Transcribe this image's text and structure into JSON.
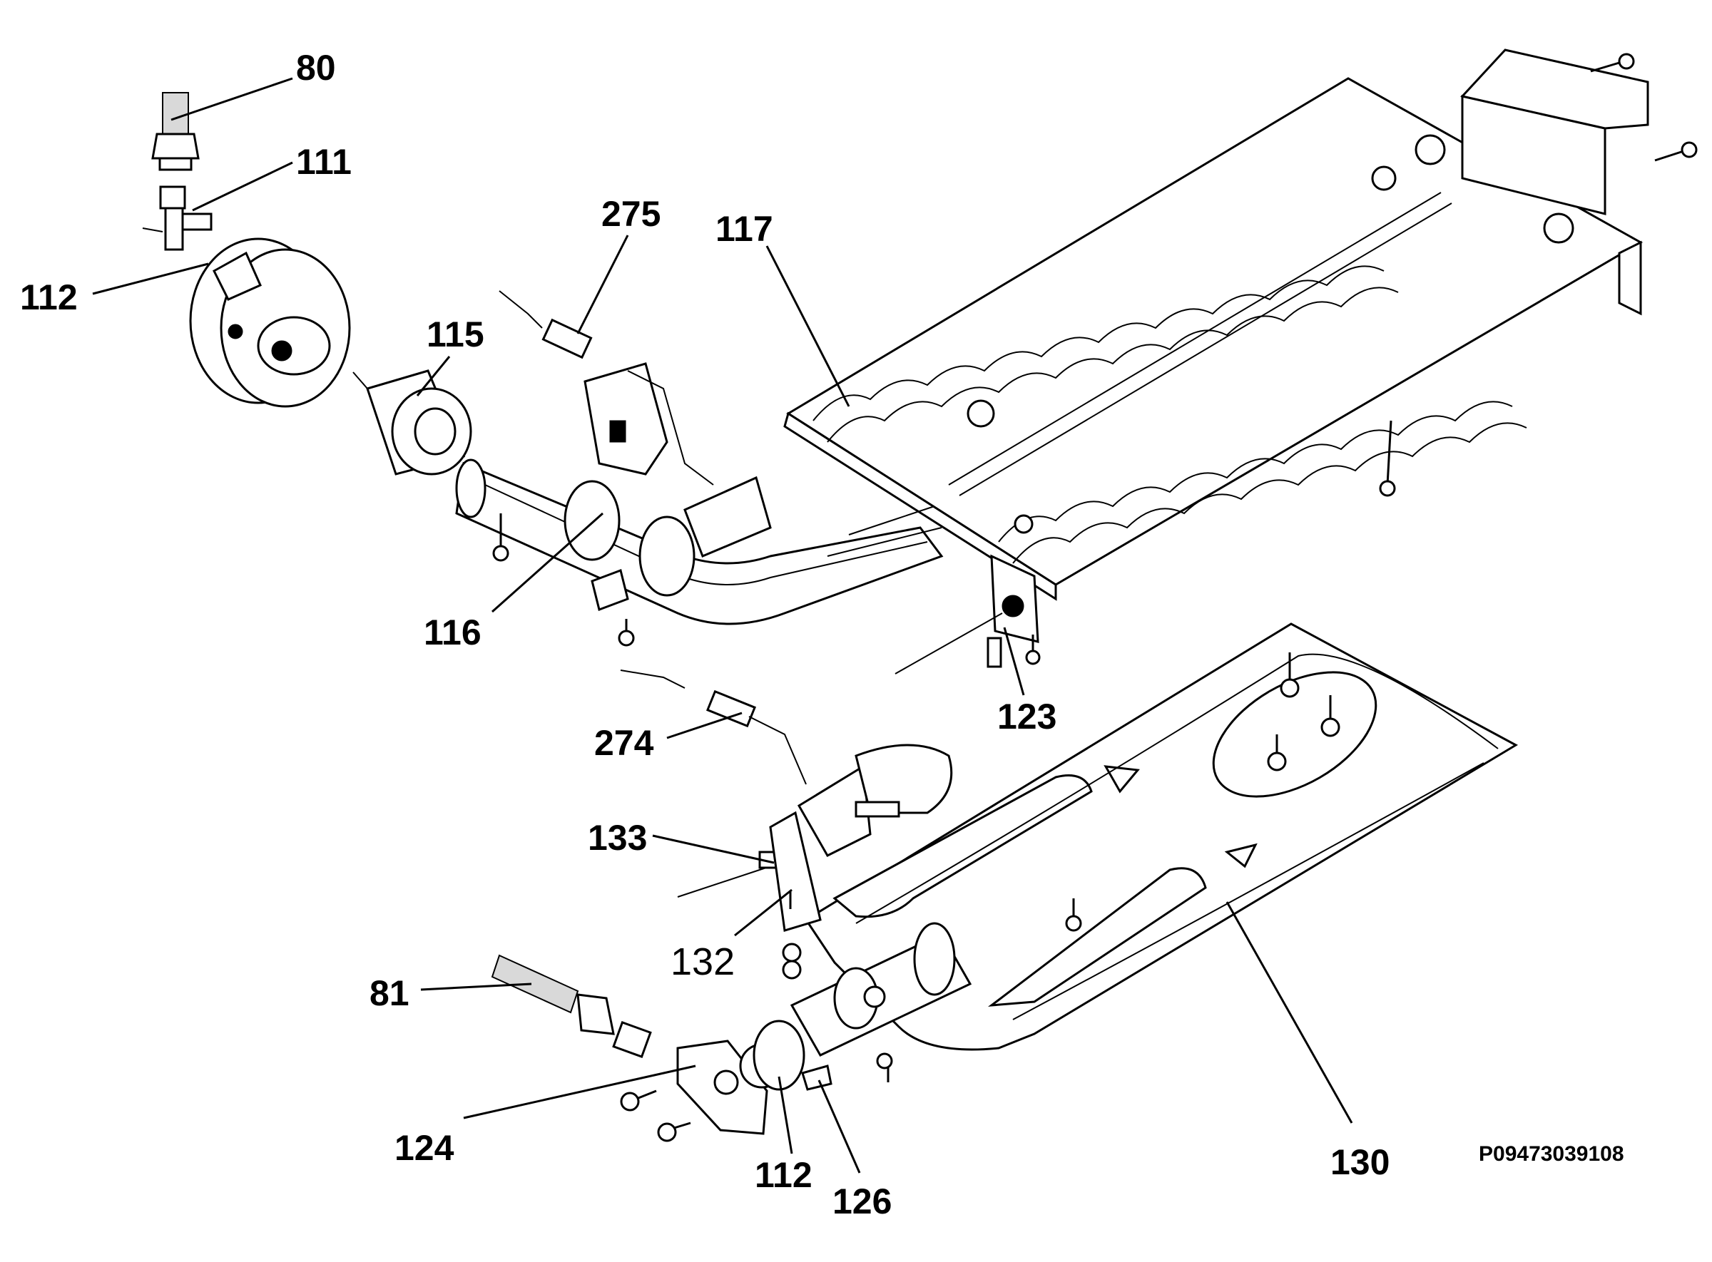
{
  "diagram": {
    "callouts": {
      "c80": "80",
      "c111": "111",
      "c112_top": "112",
      "c275": "275",
      "c117": "117",
      "c115": "115",
      "c116": "116",
      "c123": "123",
      "c274": "274",
      "c133": "133",
      "c132": "132",
      "c81": "81",
      "c124": "124",
      "c112_bottom": "112",
      "c126": "126",
      "c130": "130"
    },
    "document_id": "P09473039108"
  }
}
